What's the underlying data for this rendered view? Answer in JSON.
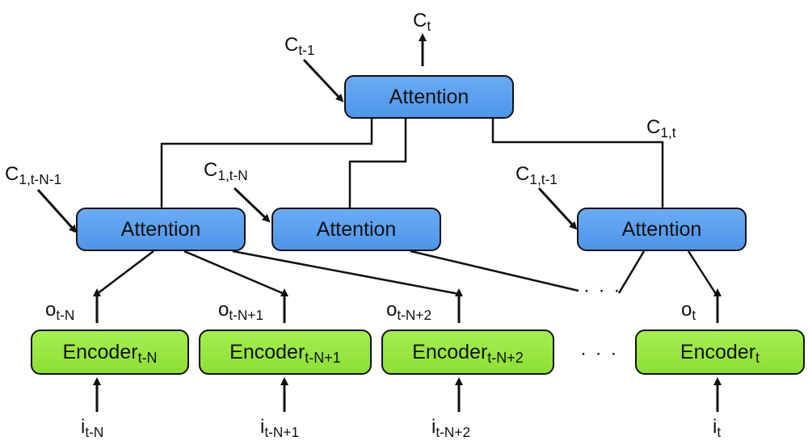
{
  "attention": {
    "top": "Attention",
    "left": "Attention",
    "mid": "Attention",
    "right": "Attention"
  },
  "encoders": {
    "e1": {
      "base": "Encoder",
      "sub": "t-N"
    },
    "e2": {
      "base": "Encoder",
      "sub": "t-N+1"
    },
    "e3": {
      "base": "Encoder",
      "sub": "t-N+2"
    },
    "e4": {
      "base": "Encoder",
      "sub": "t"
    }
  },
  "context": {
    "ct": {
      "base": "C",
      "sub": "t"
    },
    "ct_minus_1": {
      "base": "C",
      "sub": "t-1"
    },
    "c1_t": {
      "base": "C",
      "sub": "1,t"
    },
    "c1_tN1": {
      "base": "C",
      "sub": "1,t-N-1"
    },
    "c1_tN": {
      "base": "C",
      "sub": "1,t-N"
    },
    "c1_t1": {
      "base": "C",
      "sub": "1,t-1"
    }
  },
  "outputs": {
    "o1": {
      "base": "o",
      "sub": "t-N"
    },
    "o2": {
      "base": "o",
      "sub": "t-N+1"
    },
    "o3": {
      "base": "o",
      "sub": "t-N+2"
    },
    "o4": {
      "base": "o",
      "sub": "t"
    }
  },
  "inputs": {
    "i1": {
      "base": "i",
      "sub": "t-N"
    },
    "i2": {
      "base": "i",
      "sub": "t-N+1"
    },
    "i3": {
      "base": "i",
      "sub": "t-N+2"
    },
    "i4": {
      "base": "i",
      "sub": "t"
    }
  },
  "ellipsis": {
    "lines": "· · ·",
    "encoders": "· · ·"
  }
}
